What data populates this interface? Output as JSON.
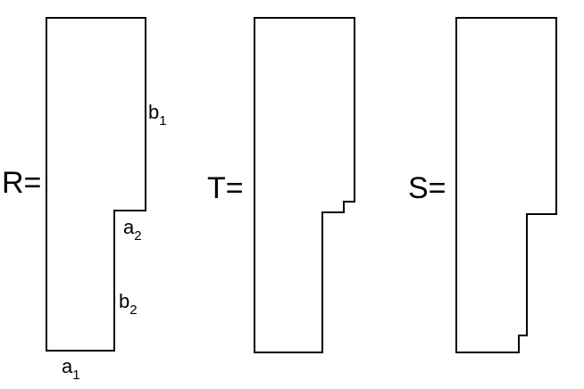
{
  "figures": [
    {
      "id": "R",
      "label": "R=",
      "edge_labels": [
        {
          "letter": "b",
          "sub": "1"
        },
        {
          "letter": "a",
          "sub": "2"
        },
        {
          "letter": "b",
          "sub": "2"
        },
        {
          "letter": "a",
          "sub": "1"
        }
      ]
    },
    {
      "id": "T",
      "label": "T="
    },
    {
      "id": "S",
      "label": "S="
    }
  ],
  "colors": {
    "stroke": "#000000",
    "background": "#ffffff"
  }
}
